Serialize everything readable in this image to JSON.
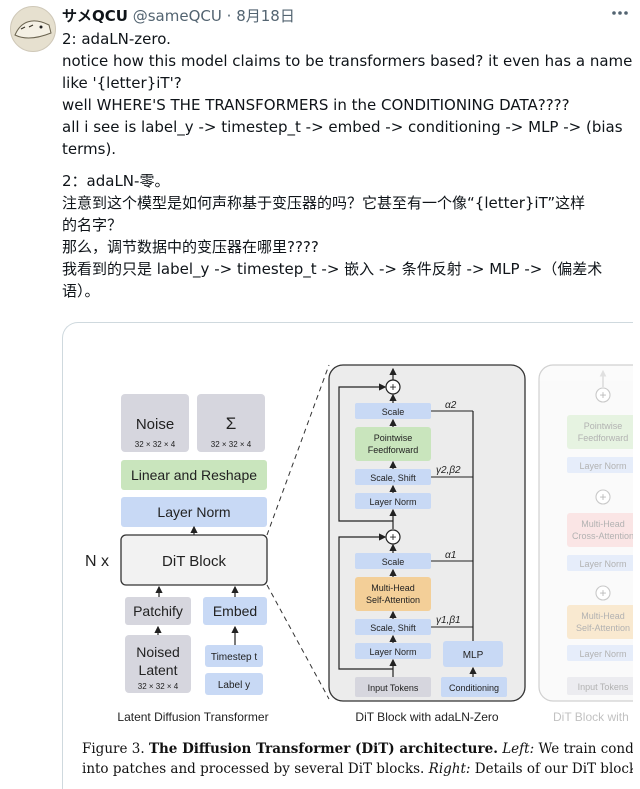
{
  "tweet": {
    "author_name": "サメQCU",
    "author_handle": "@sameQCU",
    "separator": "·",
    "date": "8月18日",
    "more_icon": "more-horizontal-icon",
    "lines_en": [
      "2: adaLN-zero.",
      "notice how this model claims to be transformers based? it even has a name",
      "like '{letter}iT'?",
      "well WHERE'S THE TRANSFORMERS in the CONDITIONING DATA????",
      "all i see is label_y -> timestep_t -> embed -> conditioning -> MLP -> (bias",
      "terms)."
    ],
    "lines_zh": [
      "2：adaLN-零。",
      "注意到这个模型是如何声称基于变压器的吗？它甚至有一个像“{letter}iT”这样",
      "的名字？",
      "那么，调节数据中的变压器在哪里????",
      "我看到的只是 label_y -> timestep_t -> 嵌入 -> 条件反射 -> MLP ->（偏差术",
      "语）。"
    ]
  },
  "figure": {
    "left": {
      "noise": "Noise",
      "noise_dim": "32 × 32 × 4",
      "sigma": "Σ",
      "sigma_dim": "32 × 32 × 4",
      "linear": "Linear and Reshape",
      "layer_norm": "Layer Norm",
      "nx": "N x",
      "dit_block": "DiT Block",
      "patchify": "Patchify",
      "embed": "Embed",
      "noised_latent_1": "Noised",
      "noised_latent_2": "Latent",
      "noised_dim": "32 × 32 × 4",
      "timestep": "Timestep t",
      "label": "Label y",
      "caption": "Latent Diffusion Transformer"
    },
    "middle": {
      "scale_top": "Scale",
      "alpha2": "α2",
      "pointwise_1": "Pointwise",
      "pointwise_2": "Feedforward",
      "scale_shift_2": "Scale, Shift",
      "gamma2": "γ2,β2",
      "layer_norm_2": "Layer Norm",
      "scale_mid": "Scale",
      "alpha1": "α1",
      "mhsa_1": "Multi-Head",
      "mhsa_2": "Self-Attention",
      "scale_shift_1": "Scale, Shift",
      "gamma1": "γ1,β1",
      "layer_norm_1": "Layer Norm",
      "mlp": "MLP",
      "input_tokens": "Input Tokens",
      "conditioning": "Conditioning",
      "caption": "DiT Block with adaLN-Zero"
    },
    "right": {
      "pointwise_1": "Pointwise",
      "pointwise_2": "Feedforward",
      "layer_norm_a": "Layer Norm",
      "cross_1": "Multi-Head",
      "cross_2": "Cross-Attention",
      "layer_norm_b": "Layer Norm",
      "self_1": "Multi-Head",
      "self_2": "Self-Attention",
      "layer_norm_c": "Layer Norm",
      "input_tokens": "Input Tokens",
      "caption": "DiT Block with"
    },
    "caption_line1": {
      "fig": "Figure 3.",
      "title": "The Diffusion Transformer (DiT) architecture.",
      "left_word": "Left:",
      "rest": "We train conditional"
    },
    "caption_line2": {
      "start": "into patches and processed by several DiT blocks.",
      "right_word": "Right:",
      "rest": "Details of our DiT blocks. V"
    }
  }
}
